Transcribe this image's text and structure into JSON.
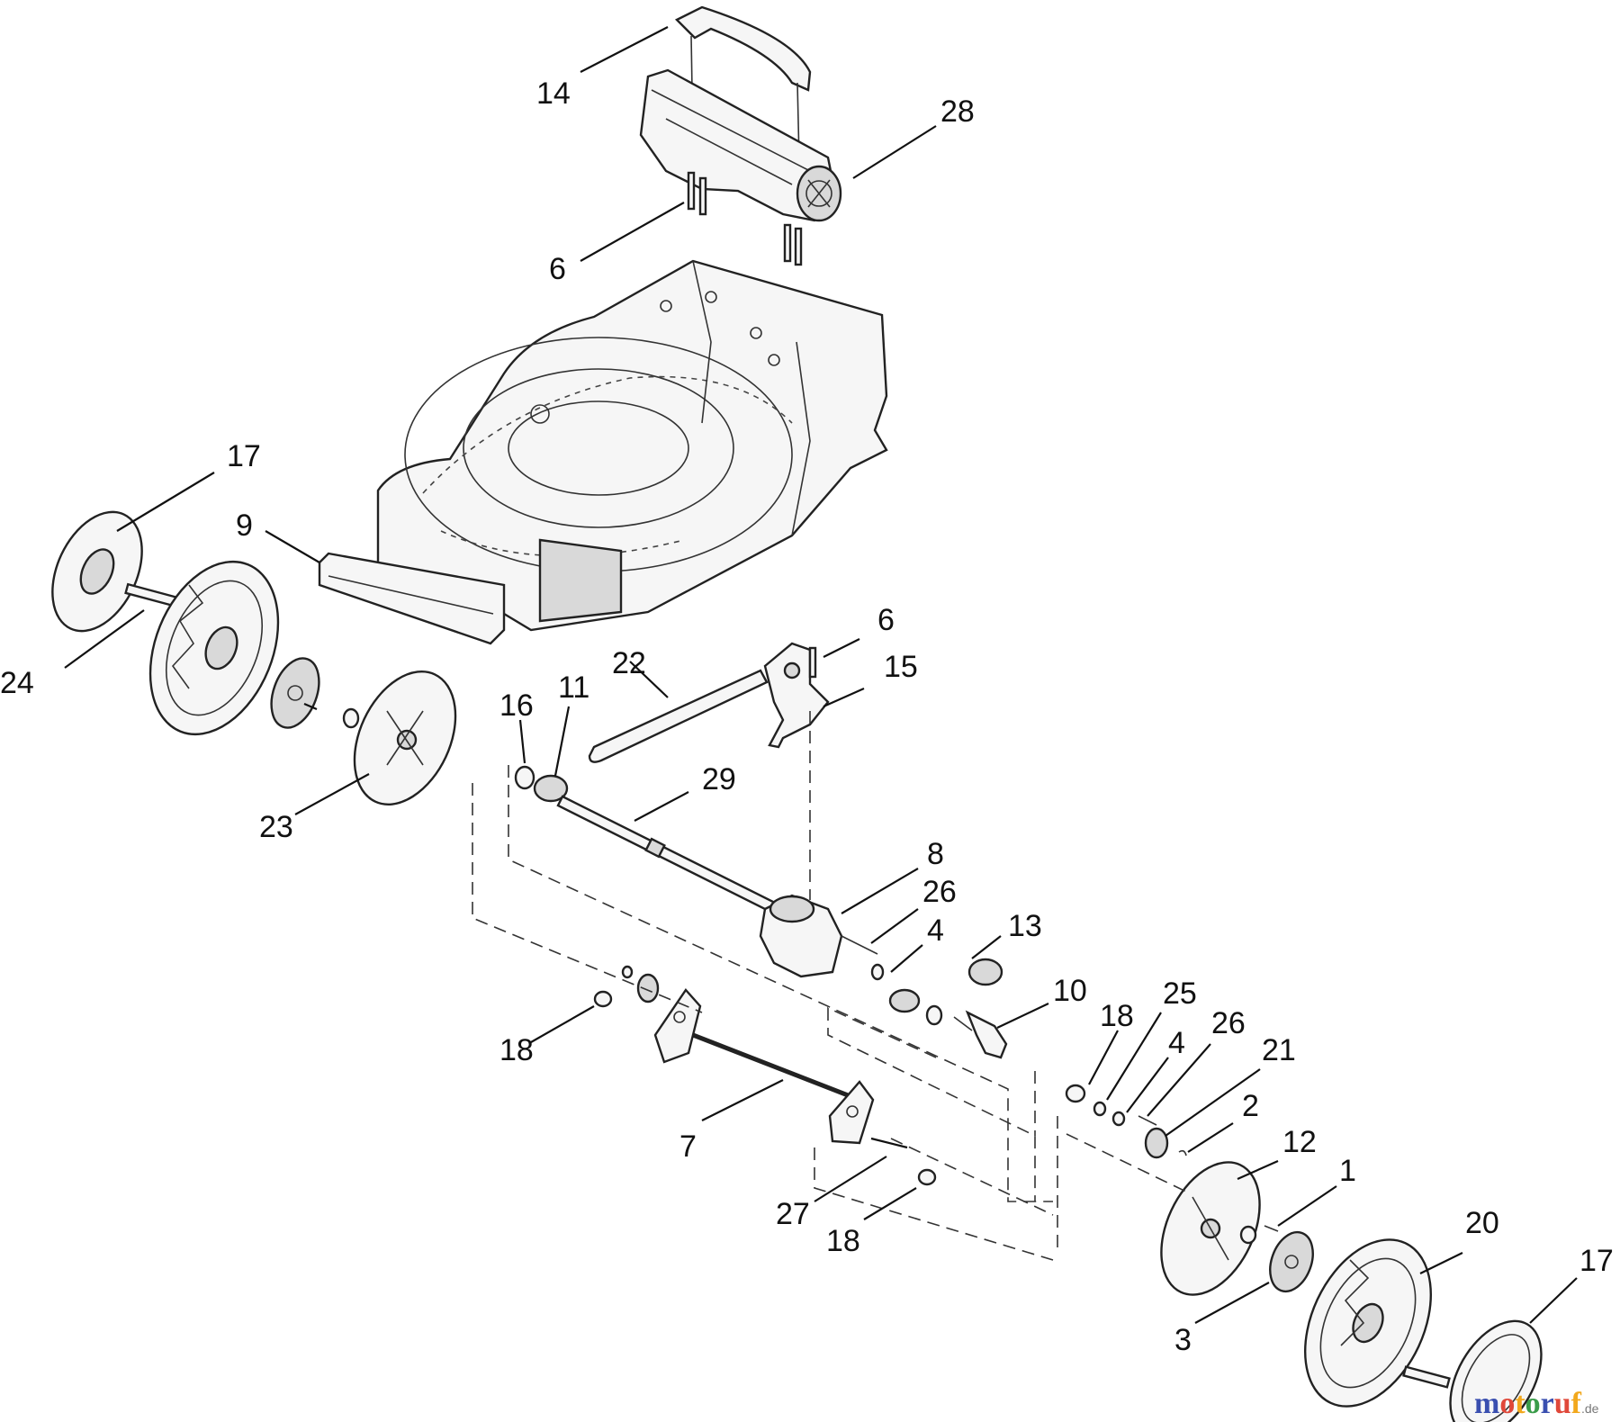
{
  "callouts": [
    "1",
    "2",
    "3",
    "4",
    "4",
    "6",
    "6",
    "7",
    "8",
    "9",
    "10",
    "11",
    "12",
    "13",
    "14",
    "15",
    "16",
    "17",
    "17",
    "18",
    "18",
    "18",
    "20",
    "21",
    "22",
    "23",
    "24",
    "25",
    "26",
    "26",
    "27",
    "28",
    "29"
  ],
  "watermark": {
    "letters": [
      "m",
      "o",
      "t",
      "o",
      "r",
      "u",
      "f"
    ],
    "letter_colors": [
      "#3a4fb0",
      "#e0483a",
      "#f2a81d",
      "#3a9c4a",
      "#3a4fb0",
      "#e0483a",
      "#f2a81d"
    ],
    "suffix": ".de"
  }
}
